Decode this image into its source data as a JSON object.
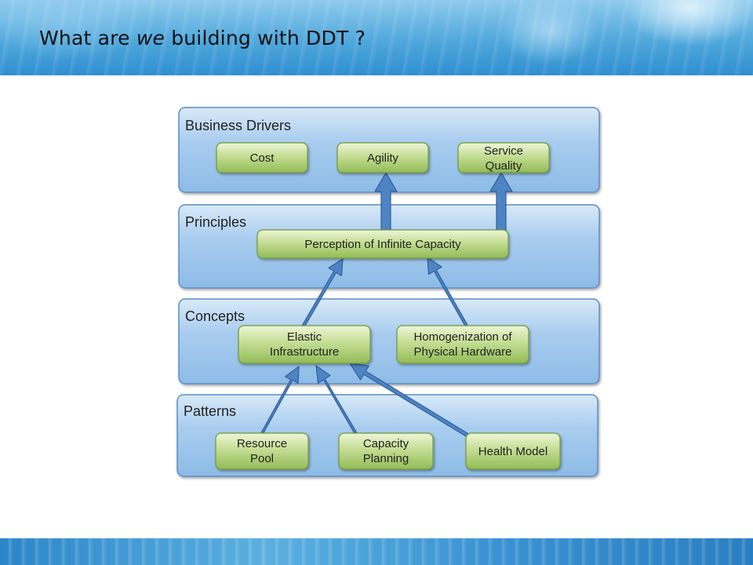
{
  "slide": {
    "title_pre": "What are ",
    "title_em": "we",
    "title_post": " building  with DDT ?"
  },
  "diagram": {
    "layers": [
      {
        "id": "business-drivers",
        "label": "Business Drivers"
      },
      {
        "id": "principles",
        "label": "Principles"
      },
      {
        "id": "concepts",
        "label": "Concepts"
      },
      {
        "id": "patterns",
        "label": "Patterns"
      }
    ],
    "nodes": {
      "cost": [
        "Cost"
      ],
      "agility": [
        "Agility"
      ],
      "service_quality": [
        "Service",
        "Quality"
      ],
      "perception": [
        "Perception of Infinite Capacity"
      ],
      "elastic": [
        "Elastic",
        "Infrastructure"
      ],
      "homogenization": [
        "Homogenization of",
        "Physical Hardware"
      ],
      "resource_pool": [
        "Resource",
        "Pool"
      ],
      "capacity_planning": [
        "Capacity",
        "Planning"
      ],
      "health_model": [
        "Health Model"
      ]
    },
    "colors": {
      "layer_fill_top": "#d8e9f8",
      "layer_fill_bottom": "#8dbbe6",
      "layer_stroke": "#5b8ec4",
      "node_fill_top": "#e6f1c8",
      "node_fill_bottom": "#93bb57",
      "node_stroke": "#6f9a3a",
      "arrow_fill": "#4f84c4",
      "arrow_stroke": "#2f5f9a"
    }
  }
}
